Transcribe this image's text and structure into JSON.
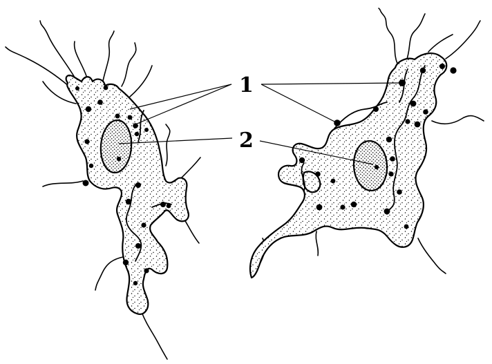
{
  "figure": {
    "labels": [
      {
        "id": "label-1",
        "text": "1"
      },
      {
        "id": "label-2",
        "text": "2"
      }
    ]
  },
  "colors": {
    "ink": "#000000",
    "paper": "#ffffff"
  }
}
